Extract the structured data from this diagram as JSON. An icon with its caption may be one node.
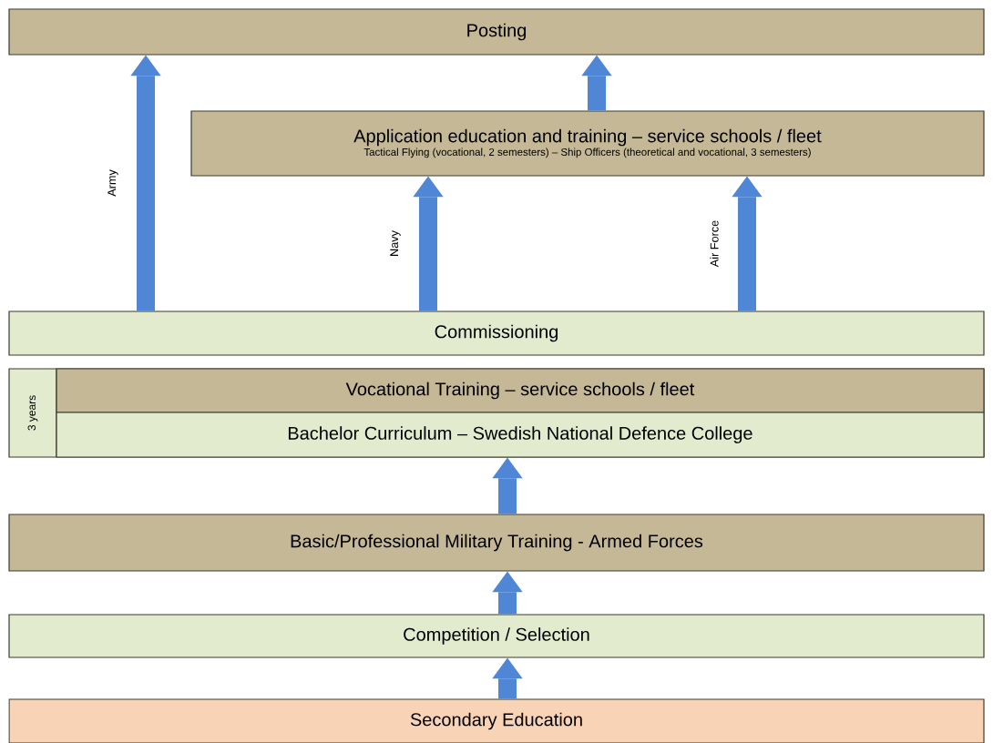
{
  "diagram": {
    "nodes": [
      {
        "text": [
          "Posting"
        ]
      },
      {
        "text": [
          "Application education and training –  service schools / fleet",
          "Tactical Flying (vocational, 2 semesters) – Ship Officers (theoretical and vocational, 3 semesters)"
        ]
      },
      {
        "text": [
          "Commissioning"
        ]
      },
      {
        "text": [
          "3 years"
        ]
      },
      {
        "text": [
          "Vocational Training – service schools / fleet"
        ],
        "in": 3
      },
      {
        "text": [
          "Bachelor Curriculum – Swedish National Defence College"
        ],
        "in": 3
      },
      {
        "text": [
          "Basic/Professional Military Training  -  Armed Forces"
        ]
      },
      {
        "text": [
          "Competition / Selection"
        ]
      },
      {
        "text": [
          "Secondary Education"
        ]
      }
    ],
    "edges": [
      {
        "from": 2,
        "to": 0,
        "arrow": "to",
        "label": "Army"
      },
      {
        "from": 1,
        "to": 0,
        "arrow": "to"
      },
      {
        "from": 2,
        "to": 1,
        "arrow": "to",
        "label": "Navy"
      },
      {
        "from": 2,
        "to": 1,
        "arrow": "to",
        "label": "Air Force"
      },
      {
        "from": 6,
        "to": 5,
        "arrow": "to"
      },
      {
        "from": 7,
        "to": 6,
        "arrow": "to"
      },
      {
        "from": 8,
        "to": 7,
        "arrow": "to"
      }
    ]
  }
}
